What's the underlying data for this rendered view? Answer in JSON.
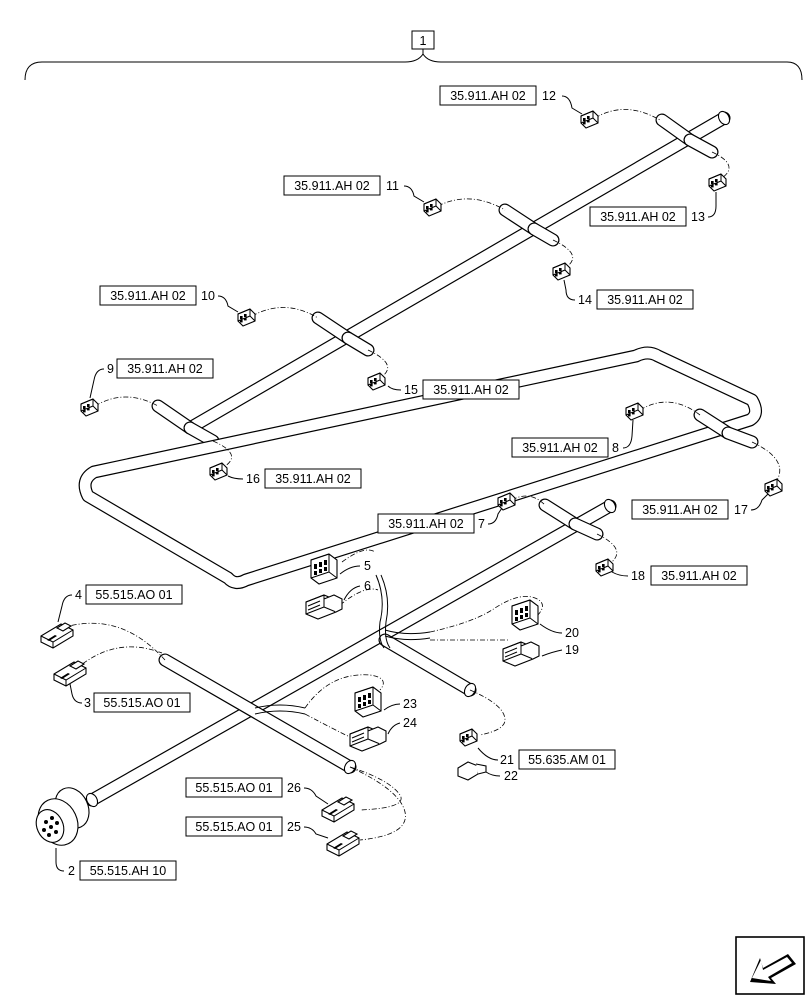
{
  "assembly_number": "1",
  "callouts": [
    {
      "id": "c12",
      "num": "12",
      "ref": "35.911.AH 02"
    },
    {
      "id": "c11",
      "num": "11",
      "ref": "35.911.AH 02"
    },
    {
      "id": "c13",
      "num": "13",
      "ref": "35.911.AH 02"
    },
    {
      "id": "c14",
      "num": "14",
      "ref": "35.911.AH 02"
    },
    {
      "id": "c10",
      "num": "10",
      "ref": "35.911.AH 02"
    },
    {
      "id": "c9",
      "num": "9",
      "ref": "35.911.AH 02"
    },
    {
      "id": "c15",
      "num": "15",
      "ref": "35.911.AH 02"
    },
    {
      "id": "c8",
      "num": "8",
      "ref": "35.911.AH 02"
    },
    {
      "id": "c16",
      "num": "16",
      "ref": "35.911.AH 02"
    },
    {
      "id": "c17",
      "num": "17",
      "ref": "35.911.AH 02"
    },
    {
      "id": "c7",
      "num": "7",
      "ref": "35.911.AH 02"
    },
    {
      "id": "c18",
      "num": "18",
      "ref": "35.911.AH 02"
    },
    {
      "id": "c4",
      "num": "4",
      "ref": "55.515.AO 01"
    },
    {
      "id": "c3",
      "num": "3",
      "ref": "55.515.AO 01"
    },
    {
      "id": "c21",
      "num": "21",
      "ref": "55.635.AM 01"
    },
    {
      "id": "c26",
      "num": "26",
      "ref": "55.515.AO 01"
    },
    {
      "id": "c25",
      "num": "25",
      "ref": "55.515.AO 01"
    },
    {
      "id": "c2",
      "num": "2",
      "ref": "55.515.AH 10"
    }
  ],
  "plain_numbers": [
    {
      "id": "n5",
      "num": "5"
    },
    {
      "id": "n6",
      "num": "6"
    },
    {
      "id": "n20",
      "num": "20"
    },
    {
      "id": "n19",
      "num": "19"
    },
    {
      "id": "n23",
      "num": "23"
    },
    {
      "id": "n24",
      "num": "24"
    },
    {
      "id": "n22",
      "num": "22"
    }
  ],
  "icons": {
    "nav_arrow": "previous-page-arrow-icon",
    "connector": "connector-icon",
    "round_connector": "round-connector-icon"
  },
  "colors": {
    "line": "#000000",
    "background": "#ffffff"
  }
}
